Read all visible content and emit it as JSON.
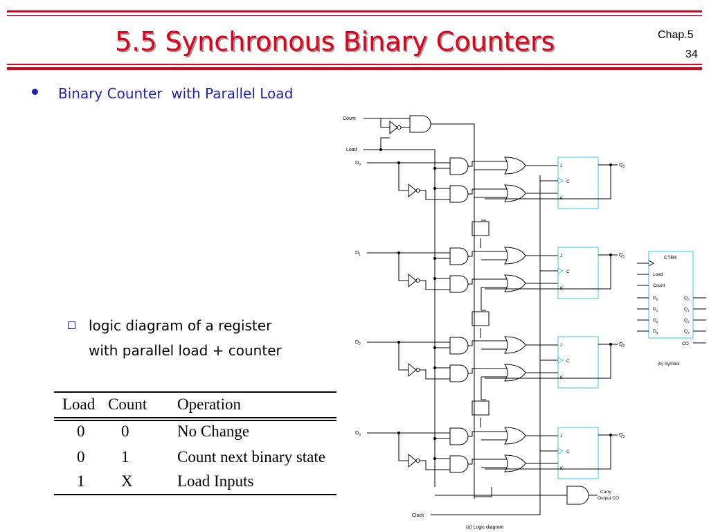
{
  "slide": {
    "title": "5.5 Synchronous Binary Counters",
    "chapter": "Chap.5",
    "page_number": "34",
    "bullet1": "Binary Counter  with Parallel Load",
    "bullet2_line1": "logic diagram of a register",
    "bullet2_line2": "with parallel load + counter",
    "accent_color": "#e0001b",
    "bullet_color": "#1f1fb4",
    "flipflop_color": "#33c4e4"
  },
  "table": {
    "headers": [
      "Load",
      "Count",
      "Operation"
    ],
    "rows": [
      [
        "0",
        "0",
        "No Change"
      ],
      [
        "0",
        "1",
        "Count next binary state"
      ],
      [
        "1",
        "X",
        "Load Inputs"
      ]
    ]
  },
  "diagram": {
    "labels": {
      "count": "Count",
      "load": "Load",
      "clock": "Clock",
      "carry1": "Carry",
      "carry2": "Output CO",
      "caption_a": "(a) Logic diagram",
      "caption_b": "(b) Symbol"
    },
    "inputs": [
      {
        "base": "D",
        "sub": "0"
      },
      {
        "base": "D",
        "sub": "1"
      },
      {
        "base": "D",
        "sub": "2"
      },
      {
        "base": "D",
        "sub": "3"
      }
    ],
    "outputs": [
      {
        "base": "Q",
        "sub": "0"
      },
      {
        "base": "Q",
        "sub": "1"
      },
      {
        "base": "Q",
        "sub": "2"
      },
      {
        "base": "Q",
        "sub": "3"
      }
    ],
    "ff_pins": {
      "j": "J",
      "c": "C",
      "k": "K"
    },
    "symbol": {
      "title": "CTR4",
      "load": "Load",
      "count": "Count",
      "co": "CO"
    }
  }
}
